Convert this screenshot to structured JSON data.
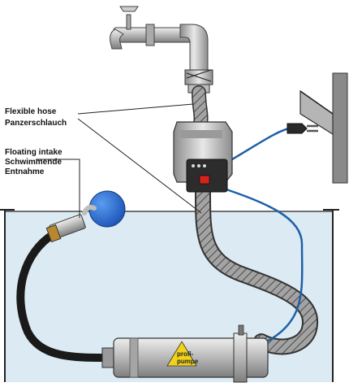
{
  "labels": {
    "flexible_hose_en": "Flexible hose",
    "flexible_hose_de": "Panzerschlauch",
    "floating_intake_en": "Floating intake",
    "floating_intake_de_1": "Schwimmende",
    "floating_intake_de_2": "Entnahme"
  },
  "pump_brand": {
    "line1": "profi-",
    "line2": "pumpe"
  },
  "colors": {
    "water": "#dcebf3",
    "water_edge": "#2a2a2a",
    "cable": "#1f5fa8",
    "float": "#2266cc",
    "hose_fill": "#9a9a9a",
    "hose_pattern": "#555555",
    "pipe": "#c9c9c9",
    "pump_steel": "#b8b8b8",
    "controller_dark": "#2c2c2c",
    "brand_yellow": "#f1d21a"
  },
  "icons": {
    "faucet": "faucet-icon",
    "plug": "power-plug-icon",
    "wall": "wall-outlet-icon"
  }
}
